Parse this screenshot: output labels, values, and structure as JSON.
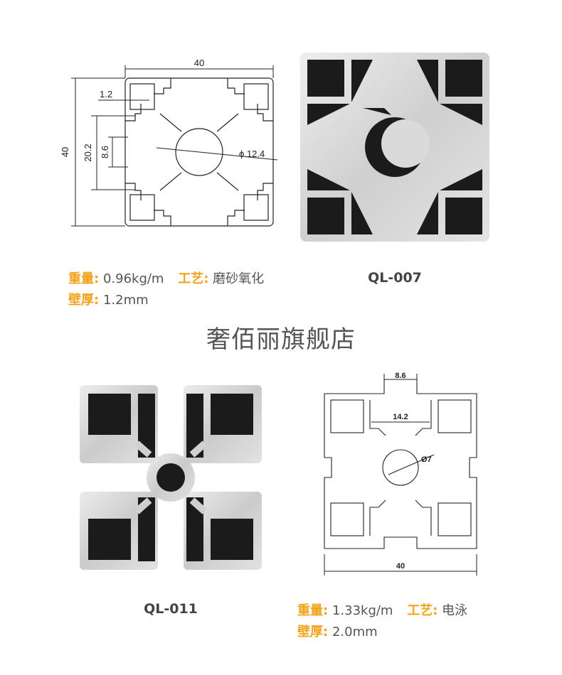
{
  "top": {
    "drawing": {
      "dim_width": "40",
      "dim_height": "40",
      "dim_wall": "1.2",
      "dim_slot_height": "20.2",
      "dim_slot_opening": "8.6",
      "dim_bore": "ϕ 12.4"
    },
    "model": "QL-007",
    "specs": {
      "weight_label": "重量:",
      "weight_value": "0.96kg/m",
      "process_label": "工艺:",
      "process_value": "磨砂氧化",
      "wall_label": "壁厚:",
      "wall_value": "1.2mm"
    }
  },
  "brand": "奢佰丽旗舰店",
  "bottom": {
    "model": "QL-011",
    "drawing": {
      "dim_slot_opening": "8.6",
      "dim_inner": "14.2",
      "dim_bore": "Ø7",
      "dim_width": "40"
    },
    "specs": {
      "weight_label": "重量:",
      "weight_value": "1.33kg/m",
      "process_label": "工艺:",
      "process_value": "电泳",
      "wall_label": "壁厚:",
      "wall_value": "2.0mm"
    }
  },
  "colors": {
    "accent": "#f2a31c",
    "text": "#555555",
    "profile_dark": "#1b1b1b",
    "profile_metal": "#d8d8d8"
  }
}
